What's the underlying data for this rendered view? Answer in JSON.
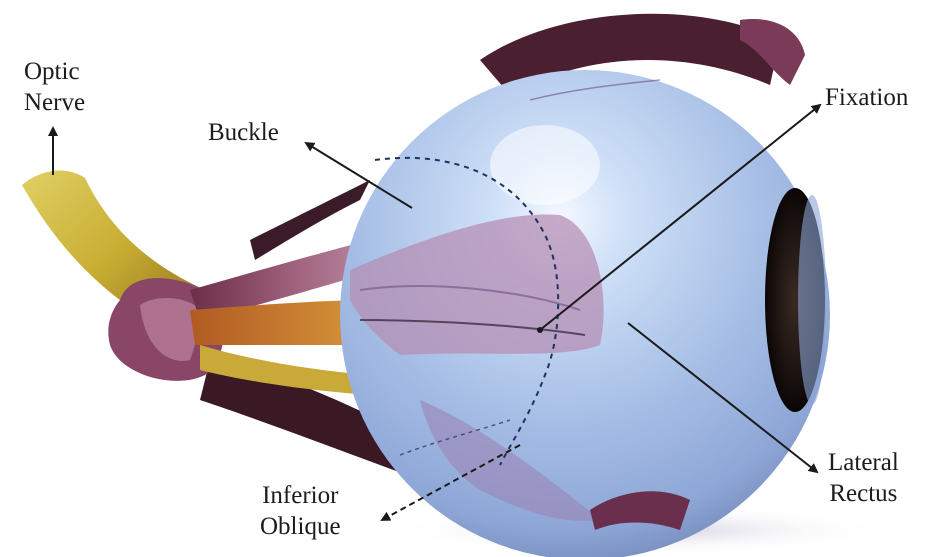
{
  "labels": {
    "optic_nerve": [
      "Optic",
      "Nerve"
    ],
    "buckle": "Buckle",
    "fixation": "Fixation",
    "lateral_rectus": [
      "Lateral",
      "Rectus"
    ],
    "inferior_oblique": [
      "Inferior",
      "Oblique"
    ]
  },
  "colors": {
    "eyeball": "#a9c2e8",
    "eyeball_shadow": "#6f86b6",
    "muscle": "#8e4a6a",
    "optic_nerve": "#c9b23a",
    "pupil": "#1a1210",
    "arrow": "#1a1a1a"
  }
}
